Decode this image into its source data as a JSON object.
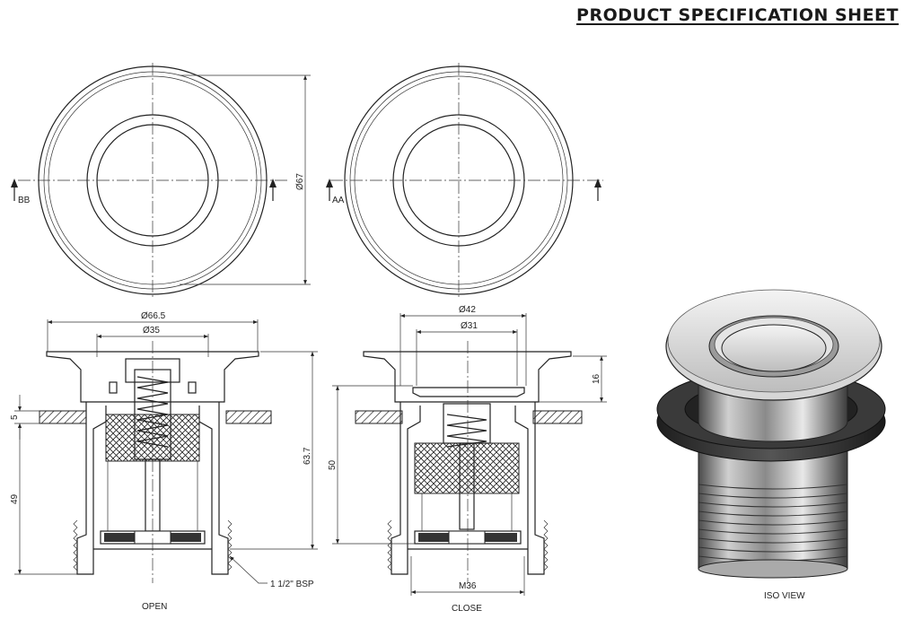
{
  "sheet": {
    "title": "PRODUCT SPECIFICATION SHEET"
  },
  "top_views": {
    "left": {
      "diameter_label": "Ø67",
      "section_label": "BB"
    },
    "right": {
      "section_label": "AA"
    }
  },
  "section_open": {
    "caption": "OPEN",
    "dim_outer": "Ø66.5",
    "dim_inner": "Ø35",
    "dim_height": "63.7",
    "dim_flange": "5",
    "dim_body": "49",
    "thread_callout": "1 1/2\" BSP"
  },
  "section_close": {
    "caption": "CLOSE",
    "dim_outer": "Ø42",
    "dim_inner": "Ø31",
    "dim_height": "50",
    "dim_cap": "16",
    "dim_thread": "M36"
  },
  "iso": {
    "caption": "ISO VIEW"
  },
  "colors": {
    "line": "#222222",
    "chrome_dark": "#2b2b2b",
    "chrome_light": "#e6e6e6"
  }
}
